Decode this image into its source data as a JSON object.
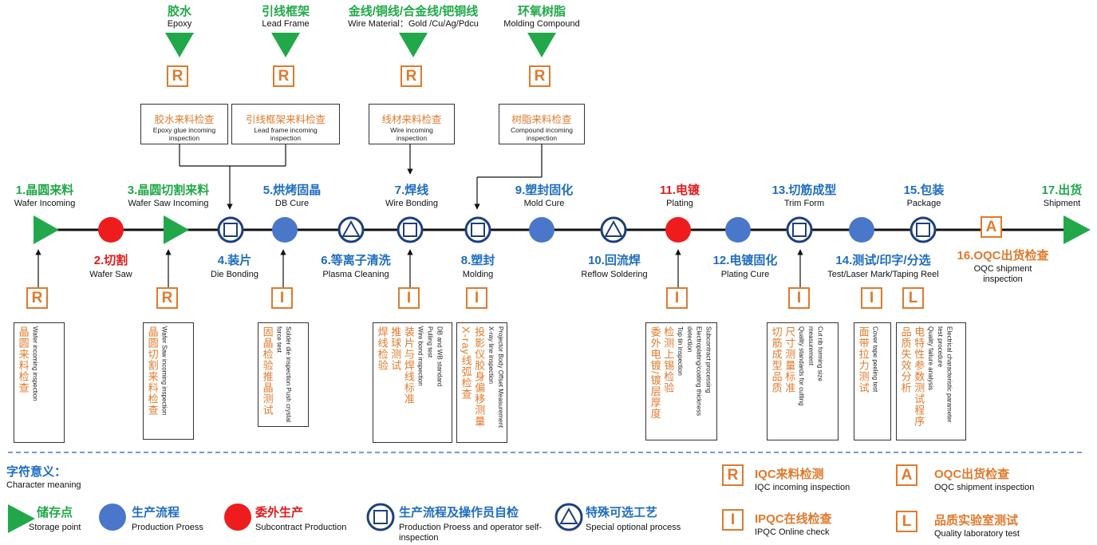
{
  "materials": [
    {
      "zh": "胶水",
      "en": "Epoxy",
      "box_zh": "胶水来料检查",
      "box_en": "Epoxy glue incoming inspection"
    },
    {
      "zh": "引线框架",
      "en": "Lead Frame",
      "box_zh": "引线框架来料检查",
      "box_en": "Lead frame incoming inspection"
    },
    {
      "zh": "金线/铜线/合金线/钯铜线",
      "en": "Wire Material：Gold /Cu/Ag/Pdcu",
      "box_zh": "线材来料检查",
      "box_en": "Wire incoming inspection"
    },
    {
      "zh": "环氧树脂",
      "en": "Molding Compound",
      "box_zh": "树脂来料检查",
      "box_en": "Compound incoming inspection"
    }
  ],
  "marker_letters": {
    "R": "R",
    "I": "I",
    "L": "L",
    "A": "A"
  },
  "steps": [
    {
      "zh": "1.晶圆来料",
      "en": "Wafer Incoming"
    },
    {
      "zh": "2.切割",
      "en": "Wafer Saw"
    },
    {
      "zh": "3.晶圆切割来料",
      "en": "Wafer Saw Incoming"
    },
    {
      "zh": "4.装片",
      "en": "Die Bonding"
    },
    {
      "zh": "5.烘烤固晶",
      "en": "DB Cure"
    },
    {
      "zh": "6.等离子清洗",
      "en": "Plasma Cleaning"
    },
    {
      "zh": "7.焊线",
      "en": "Wire Bonding"
    },
    {
      "zh": "8.塑封",
      "en": "Molding"
    },
    {
      "zh": "9.塑封固化",
      "en": "Mold Cure"
    },
    {
      "zh": "10.回流焊",
      "en": "Reflow Soldering"
    },
    {
      "zh": "11.电镀",
      "en": "Plating"
    },
    {
      "zh": "12.电镀固化",
      "en": "Plating Cure"
    },
    {
      "zh": "13.切筋成型",
      "en": "Trim Form"
    },
    {
      "zh": "14.测试/印字/分选",
      "en": "Test/Laser Mark/Taping Reel"
    },
    {
      "zh": "15.包装",
      "en": "Package"
    },
    {
      "zh": "16.OQC出货检查",
      "en": "OQC shipment inspection"
    },
    {
      "zh": "17.出货",
      "en": "Shipment"
    }
  ],
  "checks": [
    {
      "zh": [
        "晶圆来料检查"
      ],
      "en": [
        "Wafer incoming inspection"
      ]
    },
    {
      "zh": [
        "晶圆切割来料检查"
      ],
      "en": [
        "Wafer Saw incoming inspection"
      ]
    },
    {
      "zh": [
        "固晶检验推晶测试"
      ],
      "en": [
        "force test",
        "Solder die inspection Push crystal"
      ]
    },
    {
      "zh": [
        "焊线检验",
        "推球测试",
        "装片与焊线标准"
      ],
      "en": [
        "Wire bond inspection",
        "Pulling test",
        "DB and WB standard"
      ]
    },
    {
      "zh": [
        "X-ray线弧检查",
        "投影仪胶身偏移测量"
      ],
      "en": [
        "X-ray line inspection",
        "Projector Body Offset Measurement"
      ]
    },
    {
      "zh": [
        "委外电镀/镀层厚度",
        "检测上锡检验"
      ],
      "en": [
        "Top tin inspection",
        "detection",
        "Electroplating/coating thickness",
        "Subcontract processing"
      ]
    },
    {
      "zh": [
        "切筋成型品质",
        "尺寸测量标准"
      ],
      "en": [
        "Quality standards for cutting",
        "measurement",
        "Cut rib forming size"
      ]
    },
    {
      "zh": [
        "面带拉力测试"
      ],
      "en": [
        "Cover tape peeling test"
      ]
    },
    {
      "zh": [
        "品质失效分析",
        "电特性参数测试程序"
      ],
      "en": [
        "Quality failure analysis",
        "test procedure",
        "Electrical characteristic parameter"
      ]
    }
  ],
  "legend": {
    "title_zh": "字符意义：",
    "title_en": "Character meaning",
    "items": [
      {
        "zh": "储存点",
        "en": "Storage point"
      },
      {
        "zh": "生产流程",
        "en": "Production Proess"
      },
      {
        "zh": "委外生产",
        "en": "Subcontract Production"
      },
      {
        "zh": "生产流程及操作员自检",
        "en": "Production Proess and operator self-inspection"
      },
      {
        "zh": "特殊可选工艺",
        "en": "Special optional process"
      },
      {
        "zh": "IQC来料检测",
        "en": "IQC incoming inspection"
      },
      {
        "zh": "OQC出货检查",
        "en": "OQC shipment inspection"
      },
      {
        "zh": "IPQC在线检查",
        "en": "IPQC Online check"
      },
      {
        "zh": "品质实验室测试",
        "en": "Quality laboratory test"
      }
    ]
  },
  "colors": {
    "green": "#22a84a",
    "blue": "#4a77c9",
    "navy": "#1f3f7a",
    "red": "#ee1c1c",
    "orange": "#e07a2d",
    "step_blue": "#1f6dbf"
  }
}
